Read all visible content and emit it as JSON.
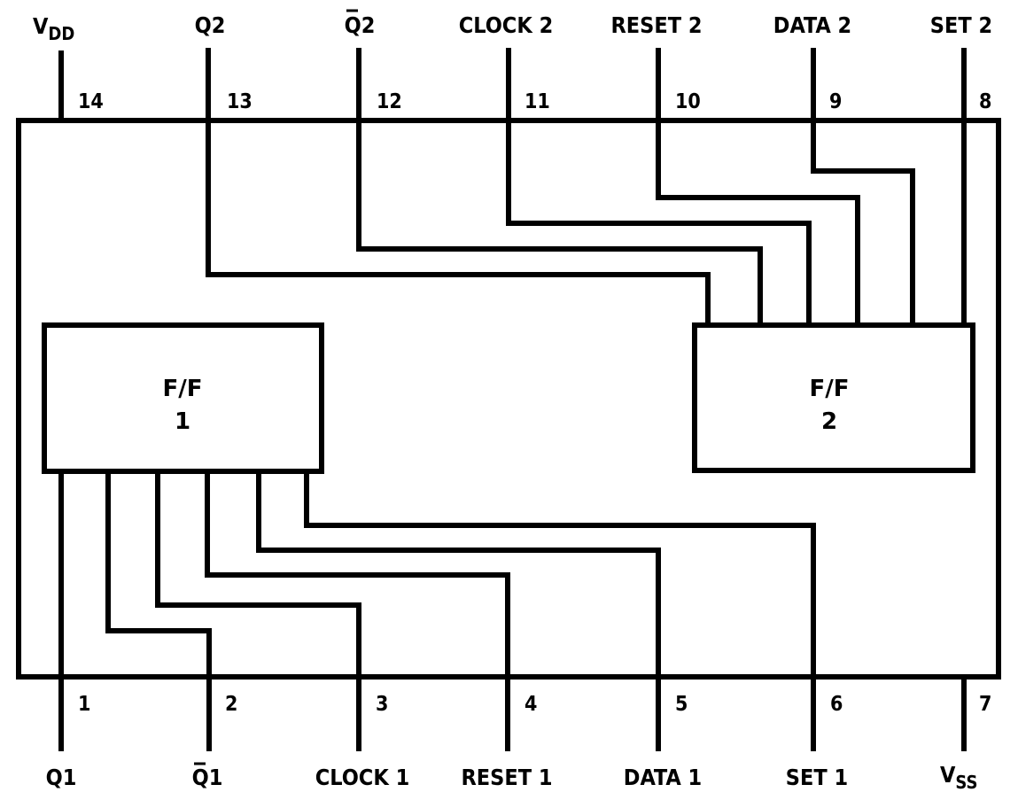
{
  "top_pins": [
    {
      "name": "V",
      "name_sub": "DD",
      "number": "14"
    },
    {
      "name": "Q2",
      "number": "13"
    },
    {
      "name": "Q2",
      "overbar": true,
      "number": "12"
    },
    {
      "name": "CLOCK 2",
      "number": "11"
    },
    {
      "name": "RESET 2",
      "number": "10"
    },
    {
      "name": "DATA 2",
      "number": "9"
    },
    {
      "name": "SET 2",
      "number": "8"
    }
  ],
  "bottom_pins": [
    {
      "name": "Q1",
      "number": "1"
    },
    {
      "name": "Q1",
      "overbar": true,
      "number": "2"
    },
    {
      "name": "CLOCK 1",
      "number": "3"
    },
    {
      "name": "RESET 1",
      "number": "4"
    },
    {
      "name": "DATA 1",
      "number": "5"
    },
    {
      "name": "SET 1",
      "number": "6"
    },
    {
      "name": "V",
      "name_sub": "SS",
      "number": "7"
    }
  ],
  "flip_flops": [
    {
      "line1": "F/F",
      "line2": "1"
    },
    {
      "line1": "F/F",
      "line2": "2"
    }
  ]
}
